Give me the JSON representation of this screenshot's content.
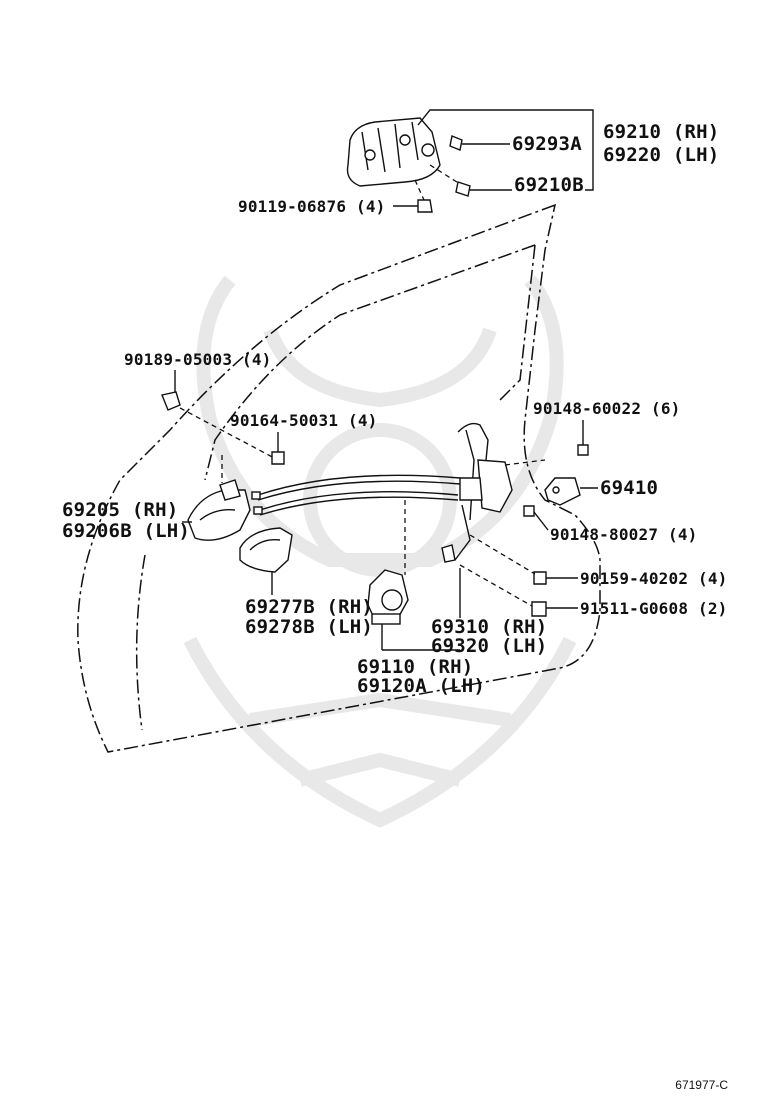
{
  "labels": {
    "p69210": "69210 (RH)",
    "p69220": "69220 (LH)",
    "p69293A": "69293A",
    "p69210B": "69210B",
    "p90119": "90119-06876 (4)",
    "p90189": "90189-05003 (4)",
    "p90164": "90164-50031 (4)",
    "p90148a": "90148-60022 (6)",
    "p69410": "69410",
    "p90148b": "90148-80027 (4)",
    "p69205": "69205 (RH)",
    "p69206B": "69206B (LH)",
    "p90159": "90159-40202 (4)",
    "p91511": "91511-G0608 (2)",
    "p69277B": "69277B (RH)",
    "p69278B": "69278B (LH)",
    "p69310": "69310 (RH)",
    "p69320": "69320 (LH)",
    "p69110": "69110 (RH)",
    "p69120A": "69120A (LH)"
  },
  "reference_code": "671977-C",
  "colors": {
    "ink": "#111111",
    "watermark": "#e6e6e6"
  }
}
